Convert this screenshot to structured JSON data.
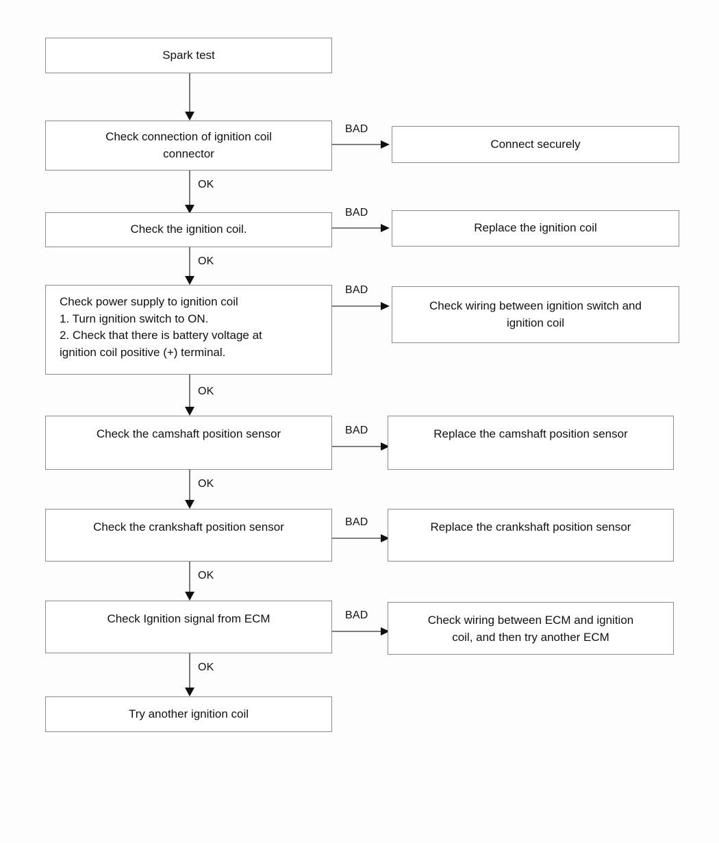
{
  "diagram": {
    "title": "Ignition system spark test troubleshooting flowchart",
    "colors": {
      "box_border": "#8a8a8a",
      "box_fill": "#ffffff",
      "line": "#555555",
      "arrow_head": "#111111",
      "text": "#111111",
      "page_background": "#fdfdfd"
    },
    "labels": {
      "ok": "OK",
      "bad": "BAD"
    },
    "main_column": [
      {
        "id": "spark-test",
        "text": "Spark test"
      },
      {
        "id": "check-connector",
        "text": "Check connection of ignition coil\nconnector"
      },
      {
        "id": "check-coil",
        "text": "Check the ignition coil."
      },
      {
        "id": "check-power-supply",
        "text": "Check power supply to ignition coil\n1. Turn ignition switch to ON.\n2. Check that there is battery voltage at\n    ignition coil positive (+) terminal."
      },
      {
        "id": "check-camshaft-sensor",
        "text": "Check the camshaft position sensor"
      },
      {
        "id": "check-crankshaft-sensor",
        "text": "Check the crankshaft position sensor"
      },
      {
        "id": "check-ecm-signal",
        "text": "Check Ignition signal from ECM"
      },
      {
        "id": "try-another-coil",
        "text": "Try another ignition coil"
      }
    ],
    "bad_branches": [
      {
        "id": "connect-securely",
        "text": "Connect securely"
      },
      {
        "id": "replace-coil",
        "text": "Replace the ignition coil"
      },
      {
        "id": "check-wiring-switch-coil",
        "text": "Check wiring between ignition switch and\nignition coil"
      },
      {
        "id": "replace-camshaft-sensor",
        "text": "Replace the camshaft position sensor"
      },
      {
        "id": "replace-crankshaft-sensor",
        "text": "Replace the crankshaft position sensor"
      },
      {
        "id": "check-wiring-ecm-coil",
        "text": "Check wiring between ECM and ignition\ncoil, and then try another ECM"
      }
    ],
    "ok_labels": [
      "OK",
      "OK",
      "OK",
      "OK",
      "OK",
      "OK",
      "OK"
    ],
    "bad_labels": [
      "BAD",
      "BAD",
      "BAD",
      "BAD",
      "BAD",
      "BAD"
    ]
  }
}
